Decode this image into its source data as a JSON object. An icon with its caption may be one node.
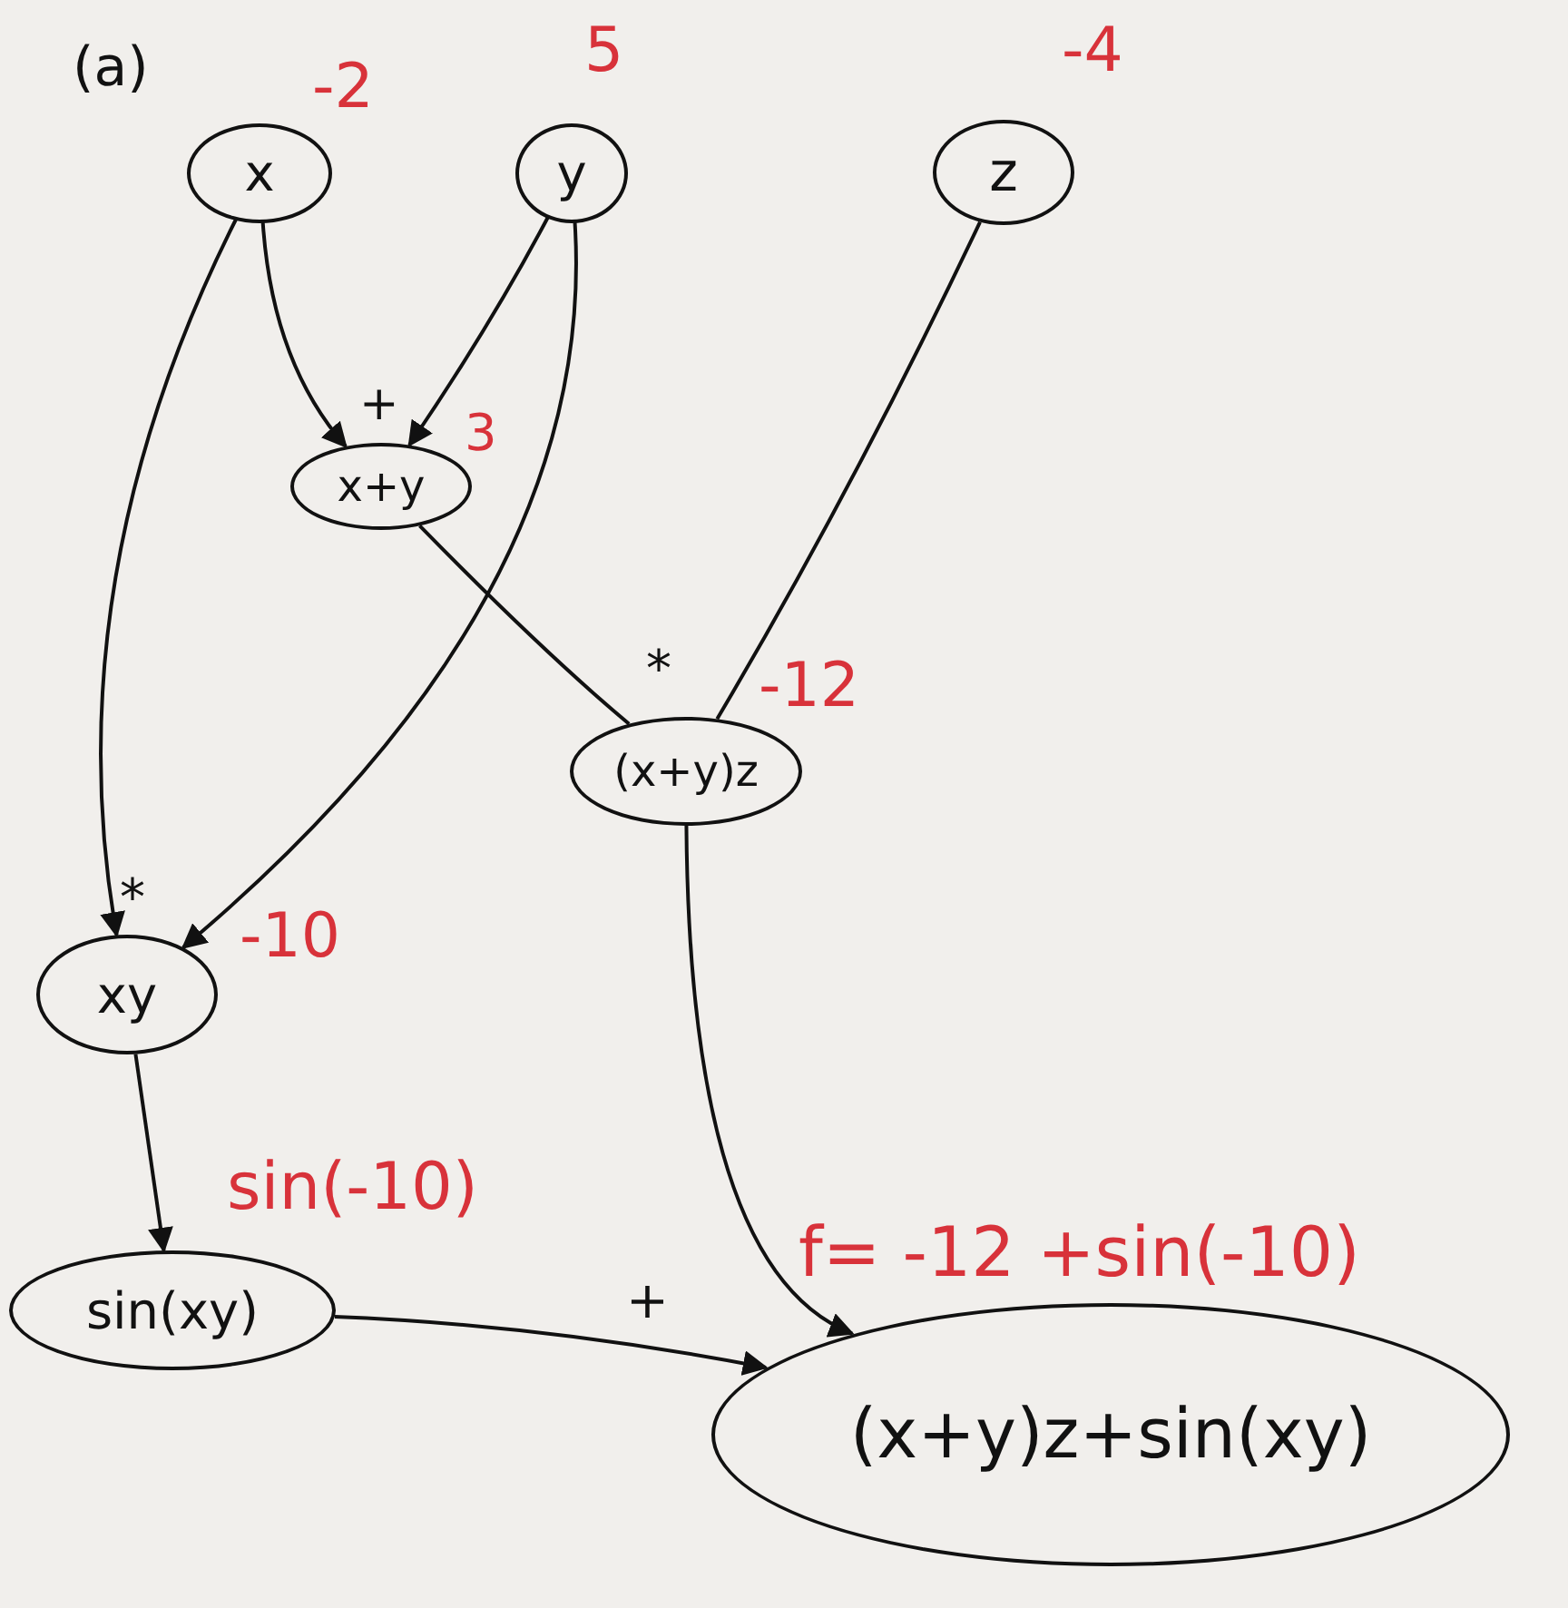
{
  "diagram": {
    "nodes": [
      {
        "text": [
          "x"
        ],
        "beside": [
          "-2"
        ]
      },
      {
        "text": [
          "y"
        ],
        "beside": [
          "5"
        ]
      },
      {
        "text": [
          "z"
        ],
        "beside": [
          "-4"
        ]
      },
      {
        "text": [
          "x+y"
        ],
        "beside": [
          "+",
          "3"
        ]
      },
      {
        "text": [
          "(x+y)z"
        ],
        "beside": [
          "*",
          "-12"
        ]
      },
      {
        "text": [
          "xy"
        ],
        "beside": [
          "*",
          "-10"
        ]
      },
      {
        "text": [
          "sin(xy)"
        ],
        "beside": [
          "sin(-10)"
        ]
      },
      {
        "text": [
          "(x+y)z+sin(xy)"
        ],
        "beside": [
          "+",
          "f= -12 +sin(-10)"
        ]
      }
    ],
    "edges": [
      {
        "from": 0,
        "to": 3,
        "arrow": "to"
      },
      {
        "from": 1,
        "to": 3,
        "arrow": "to"
      },
      {
        "from": 0,
        "to": 5,
        "arrow": "to"
      },
      {
        "from": 1,
        "to": 5,
        "arrow": "to"
      },
      {
        "from": 3,
        "to": 4,
        "arrow": "none"
      },
      {
        "from": 2,
        "to": 4,
        "arrow": "none"
      },
      {
        "from": 4,
        "to": 7,
        "arrow": "to"
      },
      {
        "from": 5,
        "to": 6,
        "arrow": "to"
      },
      {
        "from": 6,
        "to": 7,
        "arrow": "to"
      }
    ],
    "labels": [
      "(a)"
    ]
  }
}
